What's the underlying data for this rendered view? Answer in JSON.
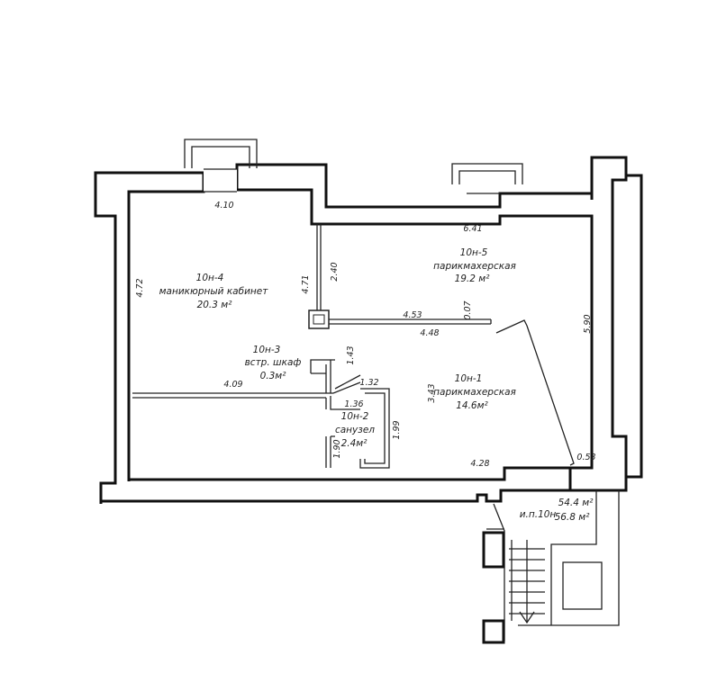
{
  "rooms": {
    "r4": {
      "id": "10н-4",
      "name": "маникюрный кабинет",
      "area": "20.3 м²"
    },
    "r5": {
      "id": "10н-5",
      "name": "парикмахерская",
      "area": "19.2 м²"
    },
    "r3": {
      "id": "10н-3",
      "name": "встр. шкаф",
      "area": "0.3м²"
    },
    "r1": {
      "id": "10н-1",
      "name": "парикмахерская",
      "area": "14.6м²"
    },
    "r2": {
      "id": "10н-2",
      "name": "санузел",
      "area": "2.4м²"
    }
  },
  "dimensions": {
    "d410": "4.10",
    "d641": "6.41",
    "d472": "4.72",
    "d471": "4.71",
    "d240": "2.40",
    "d453": "4.53",
    "d007": "0.07",
    "d448": "4.48",
    "d590": "5.90",
    "d143": "1.43",
    "d409": "4.09",
    "d132": "1.32",
    "d136": "1.36",
    "d343": "3.43",
    "d199": "1.99",
    "d190": "1.90",
    "d428": "4.28",
    "d053": "0.53"
  },
  "summary": {
    "label": "и.п.10н",
    "area1": "54.4 м²",
    "area2": "56.8 м²"
  }
}
